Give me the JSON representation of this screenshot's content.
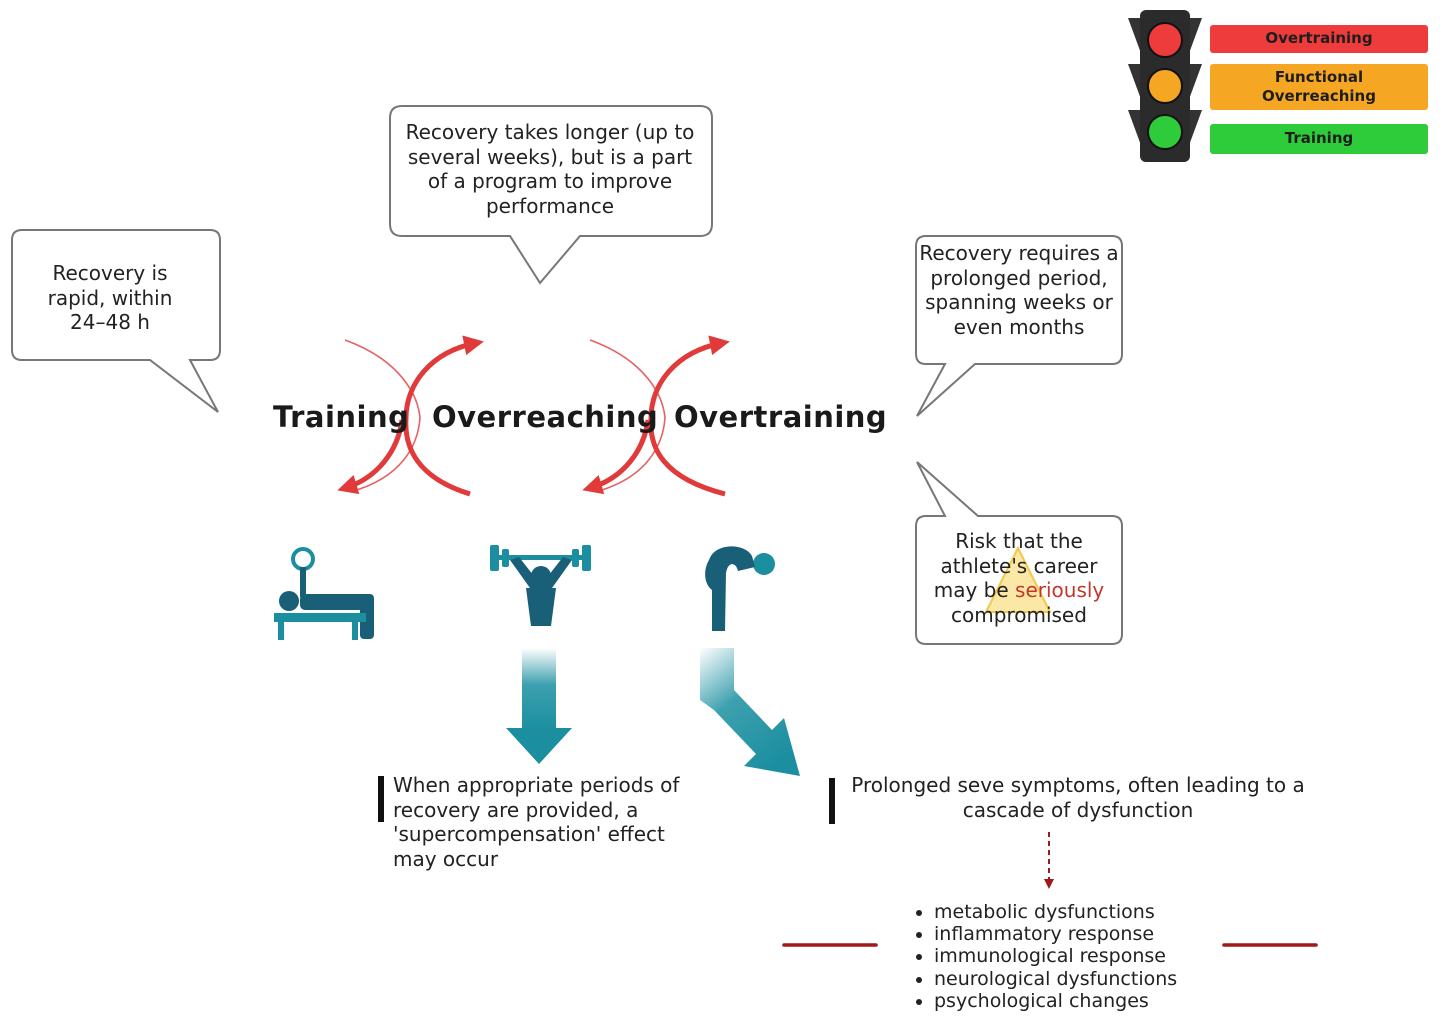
{
  "legend": {
    "items": [
      {
        "label": "Overtraining",
        "color": "#ee3b3b"
      },
      {
        "label": "Functional Overreaching",
        "color": "#f5a623"
      },
      {
        "label": "Training",
        "color": "#2ecc3a"
      }
    ]
  },
  "bubbles": {
    "training": "Recovery is rapid, within 24–48 h",
    "overreaching": "Recovery takes longer (up to several weeks), but is a part of a program to improve performance",
    "overtraining": "Recovery requires a prolonged period, spanning weeks or even months",
    "risk_before": "Risk that the athlete's career may be",
    "risk_emph": "seriously",
    "risk_after": "compromised"
  },
  "stages": {
    "training": "Training",
    "overreaching": "Overreaching",
    "overtraining": "Overtraining"
  },
  "icons": {
    "training": "bench-press-icon",
    "overreaching": "weightlifter-icon",
    "overtraining": "exhausted-athlete-icon"
  },
  "notes": {
    "supercompensation": "When appropriate periods of recovery are provided, a 'supercompensation' effect may occur",
    "prolonged": "Prolonged seve symptoms, often leading to a cascade of dysfunction"
  },
  "effects": [
    "metabolic dysfunctions",
    "inflammatory response",
    "immunological response",
    "neurological dysfunctions",
    "psychological changes"
  ],
  "colors": {
    "arrow_red": "#e03a3a",
    "teal": "#1b8fa0",
    "dark_teal": "#1a5f78",
    "dark_red": "#a01818"
  }
}
